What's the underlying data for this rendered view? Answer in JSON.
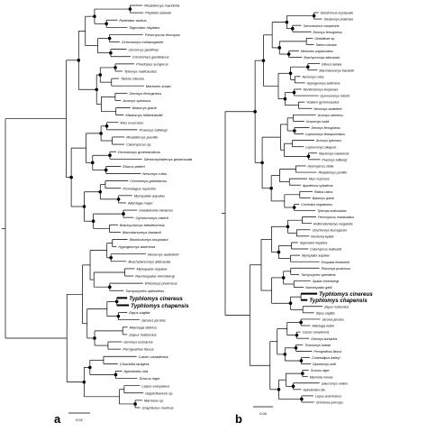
{
  "panels": [
    {
      "letter": "a",
      "scale_label": "0.02",
      "highlight": [
        "Typhlomys cinereus",
        "Typhlomys chapensis"
      ],
      "taxa": [
        "Rhabdomys mandorla",
        "Phyllotis darwini",
        "Rattinidor auritus",
        "Sigmodon hispidus",
        "Peromyscus leucopus",
        "Ochrotomys melanogaster",
        "Oecomys geoffroyi",
        "Cricetomys gambianus",
        "Phodopus sungorus",
        "Tylomys nudicaudus",
        "Tatera robusta",
        "Meriones shawi",
        "Deomys ferrugineus",
        "Acomys spinosus",
        "Batomys granti",
        "Mastomys hildebrandtii",
        "Mus musculus",
        "Praomys tullbergi",
        "Rhabdomys pumilio",
        "Calomyscus sp.",
        "Dicrostonyx groenlandicus",
        "Stenocephalemys griseicauda",
        "Eliurus petteri",
        "Nesomys rufus",
        "Cricetomys gambianus",
        "Pronolagus rupestris",
        "Myospalax aspalax",
        "Allactaga major",
        "Vandeleuria oleracea",
        "Gymnuromys roberti",
        "Brachyuromys betsileoensis",
        "Macrotarsomys bastardi",
        "Monticolomys koopmani",
        "Hypogeomys antimena",
        "Nesomys audeberti",
        "Brachytarsomys albicauda",
        "Myospalax aspalax",
        "Nannospalax ehrenbergi",
        "Rhizomys pruinosus",
        "Tachyoryctes splendens",
        "Typhlomys cinereus",
        "Typhlomys chapensis",
        "Dipus sagitta",
        "Jaculus jaculus",
        "Allactaga sibirica",
        "Zapus hudsonius",
        "Geomys bursarius",
        "Perognathus flavus",
        "Castor canadensis",
        "Chinchilla lanigera",
        "Aplodontia rufa",
        "Sciurus niger",
        "Lepus europaeus",
        "Glyptotherium sp.",
        "Marmota sp.",
        "Graphiurus murinus"
      ]
    },
    {
      "letter": "b",
      "scale_label": "0.05",
      "highlight": [
        "Typhlomys cinereus",
        "Typhlomys chapensis"
      ],
      "taxa": [
        "Dendromus mystacalis",
        "Steatomys pratensis",
        "Saccostomus campestris",
        "Deomys ferrugineus",
        "Gerbillinae sp.",
        "Tatera robusta",
        "Meriones unguiculatus",
        "Brachyuromys albicauda",
        "Eliurus tanala",
        "Macrotarsomys bastardi",
        "Nesomys rufus",
        "Hypogeomys antimena",
        "Monticolomys koopmani",
        "Gymnuromys roberti",
        "Voalavo gymnocaudus",
        "Nesomys audeberti",
        "Acomys cahirinus",
        "Uranomys ruddi",
        "Deomys ferrugineus",
        "Lophuromys flavopunctatus",
        "Acomys spinosus",
        "Lophuromys sikapusi",
        "Mastomys natalensis",
        "Praomys tullbergi",
        "Hylomyscus stella",
        "Rhabdomys pumilio",
        "Mus musculus",
        "Apodemus sylvaticus",
        "Rattus rattus",
        "Batomys granti",
        "Cricetulus migratorius",
        "Tylomys nudicaudus",
        "Peromyscus maniculatus",
        "Reithrodontomys megalotis",
        "Onychomys leucogaster",
        "Neotoma lepida",
        "Sigmodon hispidus",
        "Calomyscus bailwardi",
        "Myospalax aspalax",
        "Eospalax fontanierii",
        "Rhizomys pruinosus",
        "Tachyoryctes splendens",
        "Spalax ehrenbergi",
        "Nannospalax galili",
        "Typhlomys cinereus",
        "Typhlomys chapensis",
        "Zapus hudsonius",
        "Dipus sagitta",
        "Jaculus jaculus",
        "Allactaga elater",
        "Castor canadensis",
        "Geomys bursarius",
        "Thomomys bottae",
        "Perognathus flavus",
        "Chaetodipus baileyi",
        "Dipodomys ordii",
        "Sciurus niger",
        "Marmota monax",
        "Glaucomys volans",
        "Aplodontia rufa",
        "Lepus americanus",
        "Ochotona princeps"
      ]
    }
  ]
}
